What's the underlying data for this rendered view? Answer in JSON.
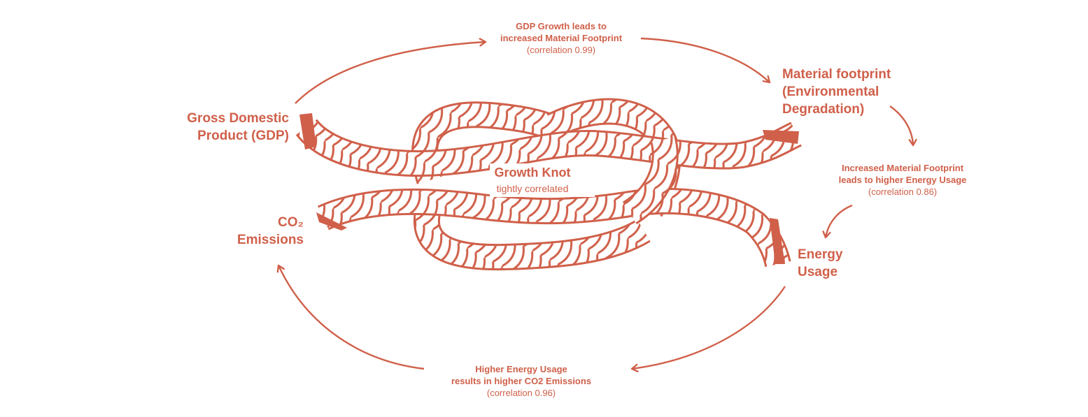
{
  "colors": {
    "accent": "#d0604a",
    "background": "#ffffff"
  },
  "center": {
    "title": "Growth Knot",
    "subtitle": "tightly correlated",
    "icon": "rope-knot-icon"
  },
  "nodes": {
    "gdp": {
      "line1": "Gross Domestic",
      "line2": "Product (GDP)"
    },
    "material": {
      "line1": "Material footprint",
      "line2": "(Environmental",
      "line3": "Degradation)"
    },
    "energy": {
      "line1": "Energy",
      "line2": "Usage"
    },
    "co2": {
      "line1": "CO₂",
      "line2": "Emissions"
    }
  },
  "edges": {
    "gdp_material": {
      "line1": "GDP Growth leads to",
      "line2": "increased Material Footprint",
      "correlation": "(correlation 0.99)"
    },
    "material_energy": {
      "line1": "Increased Material Footprint",
      "line2": "leads to higher Energy Usage",
      "correlation": "(correlation 0.86)"
    },
    "energy_co2": {
      "line1": "Higher Energy Usage",
      "line2": "results in higher CO2 Emissions",
      "correlation": "(correlation 0.96)"
    }
  }
}
